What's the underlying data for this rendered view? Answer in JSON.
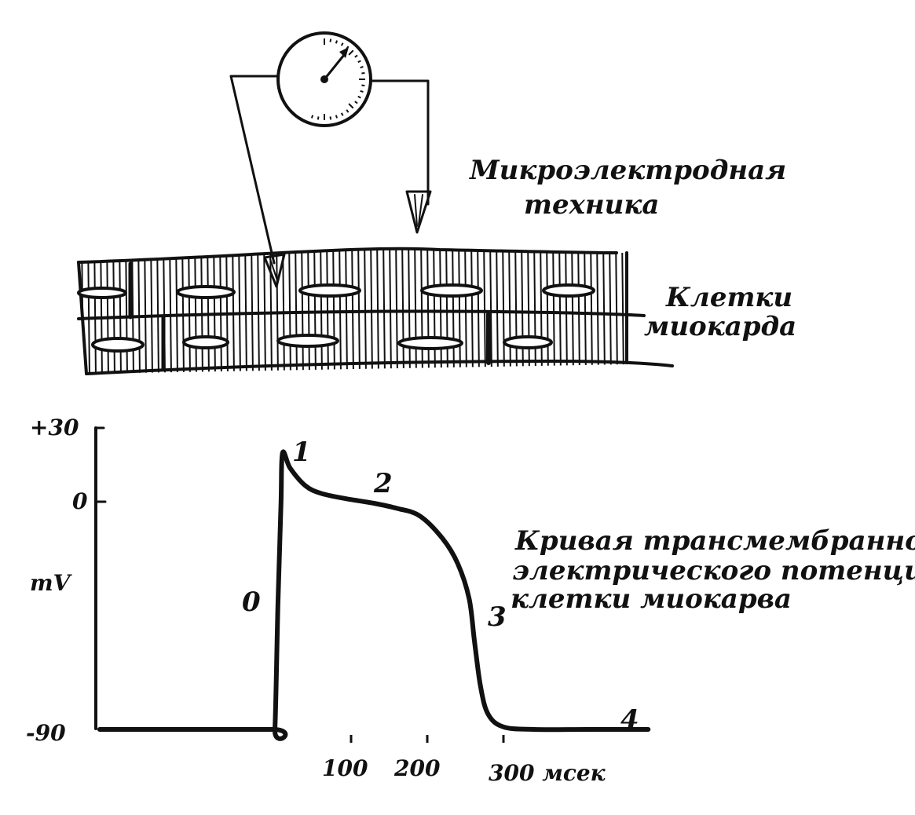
{
  "microelectrode_label": [
    "Микроэлектродная",
    "техника"
  ],
  "cells_label": [
    "Клетки",
    "миокарда"
  ],
  "curve_label": [
    "Кривая трансмембранного",
    "электрического потенциала",
    "клетки миокарва"
  ],
  "phase_labels": [
    "0",
    "1",
    "2",
    "3",
    "4"
  ],
  "chart_data": {
    "type": "line",
    "title": "",
    "ylabel": "mV",
    "xlabel": "",
    "y_tick_labels": [
      "+30",
      "0",
      "-90"
    ],
    "x_tick_labels": [
      "100",
      "200",
      "300 мсек"
    ],
    "x_ticks": [
      100,
      200,
      300
    ],
    "ylim": [
      -90,
      30
    ],
    "series": [
      {
        "points": [
          [
            -230,
            -90
          ],
          [
            -4,
            -90
          ],
          [
            0,
            -90
          ],
          [
            4,
            -40
          ],
          [
            8,
            0
          ],
          [
            10,
            20
          ],
          [
            20,
            14
          ],
          [
            40,
            7
          ],
          [
            60,
            4
          ],
          [
            90,
            2
          ],
          [
            130,
            0
          ],
          [
            160,
            -2
          ],
          [
            190,
            -5
          ],
          [
            220,
            -14
          ],
          [
            240,
            -24
          ],
          [
            255,
            -38
          ],
          [
            262,
            -55
          ],
          [
            270,
            -73
          ],
          [
            280,
            -84
          ],
          [
            300,
            -89
          ],
          [
            340,
            -90
          ],
          [
            410,
            -90
          ],
          [
            490,
            -90
          ]
        ]
      }
    ]
  }
}
